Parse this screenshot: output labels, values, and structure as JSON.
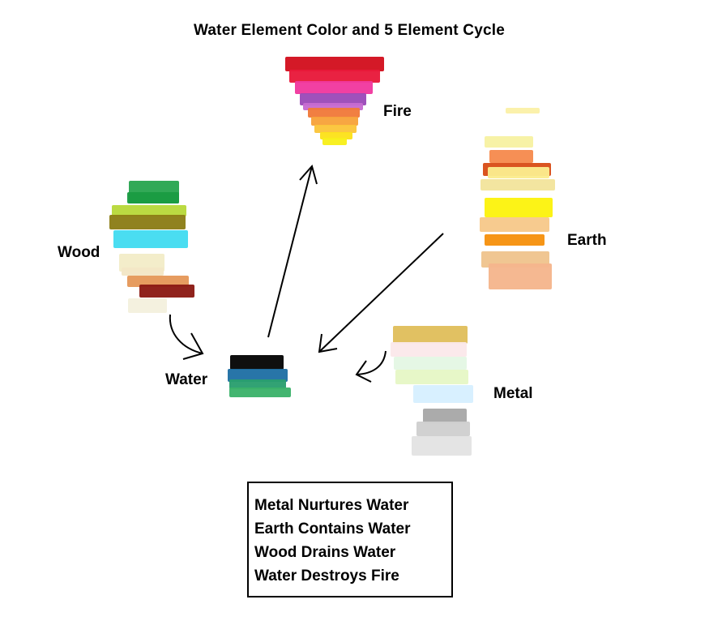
{
  "title": "Water Element Color and 5 Element Cycle",
  "elements": {
    "fire": {
      "label": "Fire",
      "colors": [
        "#d2101e",
        "#e8193a",
        "#f0389e",
        "#9b4ab8",
        "#c76bd0",
        "#f07a3a",
        "#f7a23a",
        "#fbc53a",
        "#fce21a",
        "#f8ef1a"
      ]
    },
    "earth": {
      "label": "Earth",
      "colors": [
        "#fbf0a8",
        "#f7f1a2",
        "#f68a4e",
        "#d94d17",
        "#fbec8e",
        "#f3e49c",
        "#fcf20e",
        "#f7c98a",
        "#f6910e",
        "#efc48e",
        "#f5b58c"
      ]
    },
    "wood": {
      "label": "Wood",
      "colors": [
        "#2aa650",
        "#1a9b43",
        "#b8d83a",
        "#8b7d16",
        "#43dcf0",
        "#f3ecc8",
        "#f3e6c6",
        "#e5985a",
        "#8b1a14",
        "#f4f0de"
      ]
    },
    "water": {
      "label": "Water",
      "colors": [
        "#050505",
        "#1f6fa4",
        "#2a9e6e",
        "#3bb26a"
      ]
    },
    "metal": {
      "label": "Metal",
      "colors": [
        "#e0be5c",
        "#fbe8ea",
        "#e4f7e4",
        "#e6f7c6",
        "#d6efff",
        "#a8a8a8",
        "#cfcfcf",
        "#e3e3e3"
      ]
    }
  },
  "legend": {
    "lines": [
      "Metal Nurtures Water",
      "Earth Contains Water",
      "Wood Drains Water",
      "Water Destroys Fire"
    ]
  }
}
